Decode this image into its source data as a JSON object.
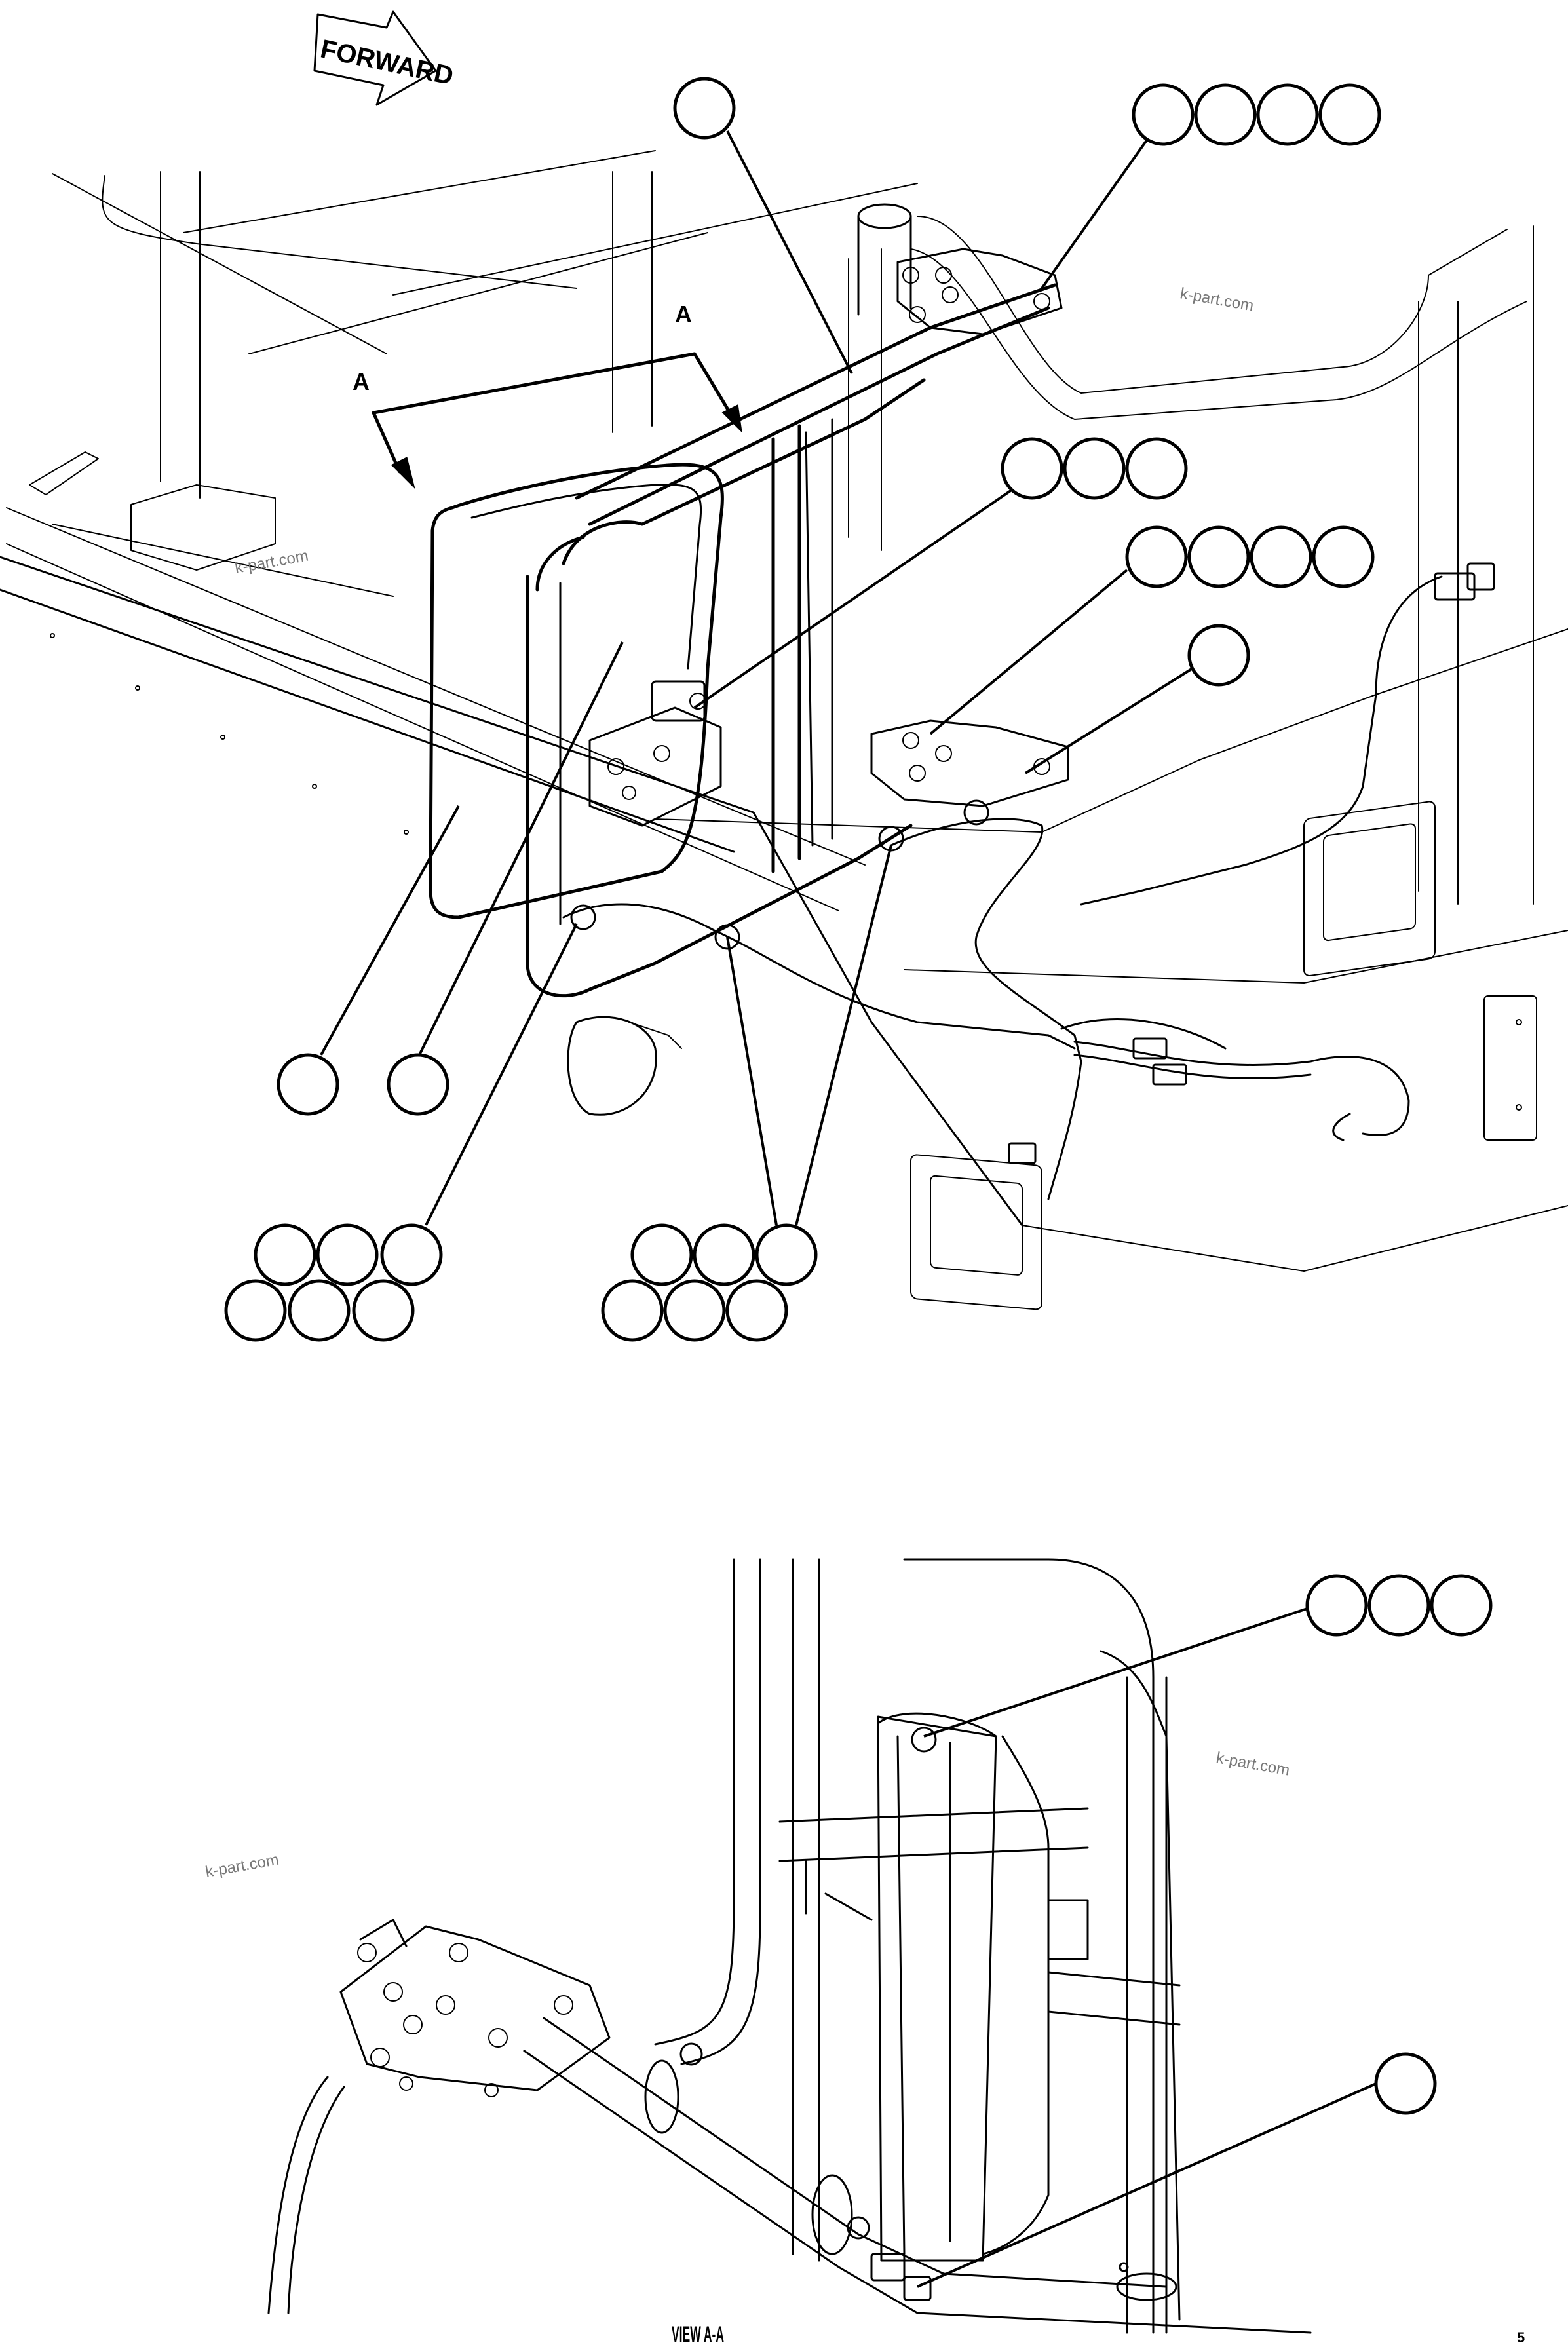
{
  "diagram": {
    "forward_label": "FORWARD",
    "section_marker": "A",
    "view_label": "VIEW A-A",
    "watermark": "k-part.com",
    "corner_mark": "5"
  }
}
